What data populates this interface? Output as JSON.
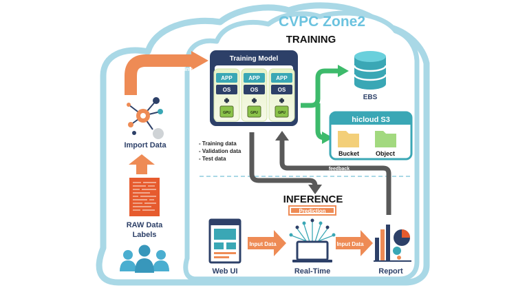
{
  "title": "CVPC Zone2",
  "training_heading": "TRAINING",
  "inference_heading": "INFERENCE",
  "training_model": {
    "header": "Training Model",
    "columns": [
      {
        "app": "APP",
        "os": "OS",
        "gpu": "GPU"
      },
      {
        "app": "APP",
        "os": "OS",
        "gpu": "GPU"
      },
      {
        "app": "APP",
        "os": "OS",
        "gpu": "GPU"
      }
    ]
  },
  "upload_label": "Upload to Training",
  "import_data_label": "Import Data",
  "raw_data_label_line1": "RAW Data",
  "raw_data_label_line2": "Labels",
  "data_list": [
    "- Training data",
    "- Validation data",
    "- Test data"
  ],
  "ebs_label": "EBS",
  "s3": {
    "title": "hicloud S3",
    "bucket": "Bucket",
    "object": "Object"
  },
  "feedback_label": "feedback",
  "prediction_label": "Prediction",
  "web_ui_label": "Web UI",
  "input_data_label_1": "Input Data",
  "real_time_label": "Real-Time",
  "input_data_label_2": "Input Data",
  "report_label": "Report",
  "colors": {
    "cloud_outline": "#a9d8e6",
    "title_blue": "#6cc3df",
    "navy": "#2d4068",
    "teal": "#3aa7b5",
    "green": "#3dba6b",
    "orange": "#ee8b55",
    "gray": "#595959",
    "dash": "#a9d8e6"
  }
}
